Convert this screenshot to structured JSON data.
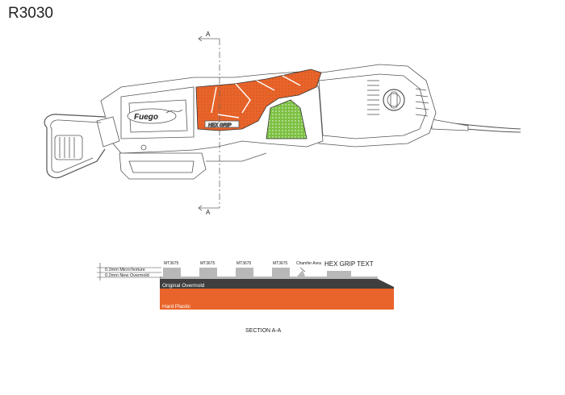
{
  "title": "R3030",
  "drawing": {
    "section_marker_top": "A",
    "section_marker_bottom": "A",
    "brand_text": "Fuego",
    "grip_text": "HEX GRIP"
  },
  "section": {
    "caption": "SECTION A-A",
    "texture_labels": [
      "MT3675",
      "MT3675",
      "MT3675",
      "MT3675"
    ],
    "chamfer_label": "Chamfer Area",
    "hex_grip_label": "HEX GRIP TEXT",
    "dim_microtexture": "0.2mm MicroTexture",
    "dim_overmold": "0.2mm New Overmold",
    "layer_original": "Original Overmold",
    "layer_hard": "Hard Plastic"
  },
  "colors": {
    "orange": "#e8642a",
    "green": "#7cc142",
    "dark_gray": "#3f3f3f",
    "light_gray": "#b8b8b8",
    "line": "#555555"
  }
}
